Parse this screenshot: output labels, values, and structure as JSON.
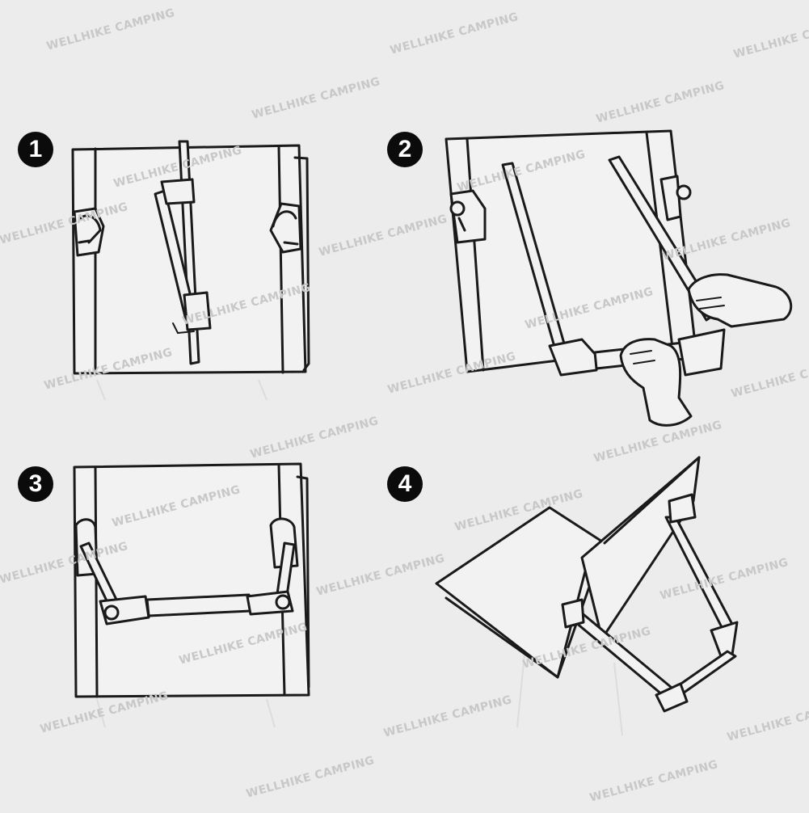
{
  "steps": [
    {
      "label": "1"
    },
    {
      "label": "2"
    },
    {
      "label": "3"
    },
    {
      "label": "4"
    }
  ],
  "watermark": {
    "text": "WELLHIKE CAMPING"
  },
  "colors": {
    "background": "#ececec",
    "line": "#1a1a1a",
    "badge": "#0b0b0b",
    "watermark": "#c8c8c8"
  }
}
